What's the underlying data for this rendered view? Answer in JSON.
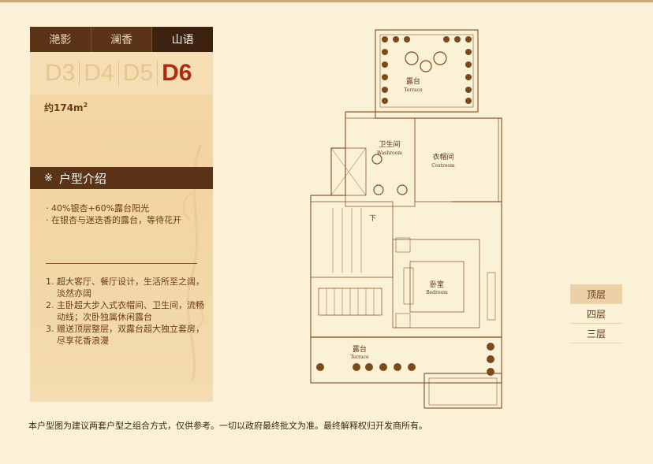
{
  "tabs": [
    {
      "label": "滟影"
    },
    {
      "label": "澜香"
    },
    {
      "label": "山语"
    }
  ],
  "models": [
    "D3",
    "D4",
    "D5",
    "D6"
  ],
  "active_model": "D6",
  "area": {
    "prefix": "约174m",
    "sup": "2"
  },
  "section": {
    "mark": "※",
    "title": "户型介绍"
  },
  "intro_lines": [
    "· 40%银杏+60%露台阳光",
    "· 在银杏与迷迭香的露台，等待花开"
  ],
  "features": [
    {
      "num": "1.",
      "text": "超大客厅、餐厅设计，生活所至之阔，淡然亦阔"
    },
    {
      "num": "2.",
      "text": "主卧超大步入式衣帽间、卫生间，流畅动线；次卧独属休闲露台"
    },
    {
      "num": "3.",
      "text": "赠送顶层整层，双露台超大独立套房，尽享花香浪漫"
    }
  ],
  "plan_labels": {
    "terrace_top_cn": "露台",
    "terrace_top_en": "Terrace",
    "washroom_cn": "卫生间",
    "washroom_en": "Washroom",
    "costroom_cn": "衣帽间",
    "costroom_en": "Costroom",
    "down": "下",
    "bedroom_cn": "卧室",
    "bedroom_en": "Bedroom",
    "terrace_bot_cn": "露台",
    "terrace_bot_en": "Terrace"
  },
  "floors": [
    {
      "label": "顶层"
    },
    {
      "label": "四层"
    },
    {
      "label": "三层"
    }
  ],
  "footer": "本户型图为建议两套户型之组合方式，仅供参考。一切以政府最终批文为准。最终解释权归开发商所有。",
  "colors": {
    "brown": "#5b3418",
    "accent": "#b02a10",
    "bg": "#fbf1d6"
  }
}
